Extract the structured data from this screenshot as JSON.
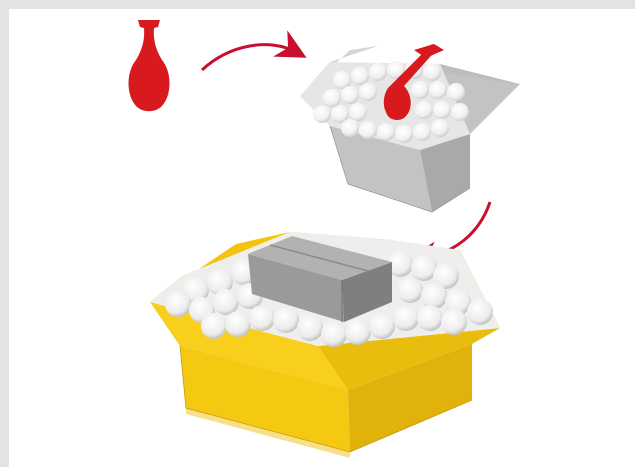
{
  "illustration": {
    "steps": [
      {
        "id": "vase",
        "icon": "vase-icon"
      },
      {
        "id": "inner-box",
        "icon": "packed-box-icon"
      },
      {
        "id": "outer-box",
        "icon": "double-boxed-icon"
      }
    ],
    "arrows": [
      "arrow-vase-to-box",
      "arrow-box-to-outer-box"
    ],
    "colors": {
      "vase": "#d81a1f",
      "arrow": "#c8102e",
      "inner_box": "#b9b9b7",
      "outer_box": "#f2c40f",
      "packing_peanuts": "#ffffff",
      "background": "#e3e3e1"
    }
  }
}
